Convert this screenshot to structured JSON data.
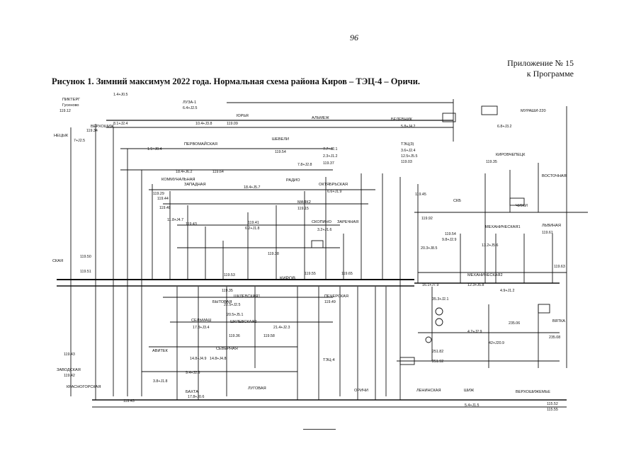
{
  "page": {
    "number": "96",
    "appendix_line1": "Приложение № 15",
    "appendix_line2": "к Программе",
    "title": "Рисунок 1. Зимний максимум 2022 года. Нормальная схема района Киров – ТЭЦ-4 – Оричи."
  },
  "scheme": {
    "substations": [
      "ПИКТЕРГ",
      "Гусеново",
      "ЛУЗА-1",
      "ЮРЬЯ",
      "АЛЬМЕЖ",
      "БЕЛЕВНИК",
      "МУРАШИ-220",
      "НЕЦЫК",
      "ВЕРХОШИЖ",
      "ПЕРВОМАЙСКАЯ",
      "ШЕВЕЛИ",
      "ТЭЦ(3)",
      "КИРОВЧЕПЕЦК",
      "ВОСТОЧНАЯ",
      "ЗАПАДНАЯ",
      "КОММУНАЛЬНАЯ",
      "РАДИО",
      "ОКТЯБРЬСКАЯ",
      "МАЯК2",
      "СКОПИНО",
      "ЗАРЕЧНАЯ",
      "ЧИЖИ",
      "КИРОВ",
      "СКБ",
      "ЛЬВИНАЯ",
      "МЕХАНИЧЕСКАЯ1",
      "МЕХАНИЧЕСКАЯ2",
      "СКАЯ",
      "ВЯТКА",
      "БЫТОВАЯ",
      "ШКЛЕВСКАЯ1",
      "ШКЛЕВСКАЯ2",
      "СЕЛЬМАШ",
      "АВИТЕК",
      "СЕВЕРНАЯ",
      "ЗАВОДСКАЯ",
      "КРАСНОГОРСКАЯ",
      "ПЕЧЕРСКАЯ",
      "БАХТА",
      "ЛУГОВАЯ",
      "ТЭЦ-4",
      "ОРИЧИ",
      "ЛЕНИНСКАЯ",
      "ШИЖ",
      "ВЕРХОШИЖЕМЬЕ"
    ],
    "labels": [
      {
        "t": "1.4+J0.5"
      },
      {
        "t": "119.12"
      },
      {
        "t": "119.34"
      },
      {
        "t": "7+J2.5"
      },
      {
        "t": "6.4+J2.5"
      },
      {
        "t": "10.4+J3.8"
      },
      {
        "t": "119.09"
      },
      {
        "t": "8.1+J2.4"
      },
      {
        "t": "1.5+J0.4"
      },
      {
        "t": "3.6+J2.4"
      },
      {
        "t": "5.8+J4.2"
      },
      {
        "t": "6.8+J3.2"
      },
      {
        "t": "119.54"
      },
      {
        "t": "7.7+J2.1"
      },
      {
        "t": "2.3+J1.2"
      },
      {
        "t": "12.5+J5.5"
      },
      {
        "t": "119.37"
      },
      {
        "t": "119.03"
      },
      {
        "t": "18.4+J5.7"
      },
      {
        "t": "7.8+J2.8"
      },
      {
        "t": "18.4+J6.2"
      },
      {
        "t": "119.64"
      },
      {
        "t": "6.6+J1.9"
      },
      {
        "t": "119.15"
      },
      {
        "t": "6.2+J1.8"
      },
      {
        "t": "3.2+J1.6"
      },
      {
        "t": "119.53"
      },
      {
        "t": "119.51"
      },
      {
        "t": "119.55"
      },
      {
        "t": "119.48"
      },
      {
        "t": "119.65"
      },
      {
        "t": "119.38"
      },
      {
        "t": "119.43"
      },
      {
        "t": "119.41"
      },
      {
        "t": "119.50"
      },
      {
        "t": "119.44"
      },
      {
        "t": "20.3+J8.5"
      },
      {
        "t": "9.8+J2.9"
      },
      {
        "t": "119.54"
      },
      {
        "t": "13.2+J5.6"
      },
      {
        "t": "16.1+J7.9"
      },
      {
        "t": "12.3+J5.8"
      },
      {
        "t": "4.9+J1.2"
      },
      {
        "t": "119.61"
      },
      {
        "t": "119.63"
      },
      {
        "t": "119.92"
      },
      {
        "t": "235.06"
      },
      {
        "t": "235.08"
      },
      {
        "t": "4.2+J2.9"
      },
      {
        "t": "42+J20.9"
      },
      {
        "t": "251.82"
      },
      {
        "t": "251.92"
      },
      {
        "t": "22.5+J2.5"
      },
      {
        "t": "20.5+J5.1"
      },
      {
        "t": "17.3+J3.4"
      },
      {
        "t": "21.4+J2.3"
      },
      {
        "t": "14.8+J4.9"
      },
      {
        "t": "9.4+J2.9"
      },
      {
        "t": "119.58"
      },
      {
        "t": "119.43"
      },
      {
        "t": "119.42"
      },
      {
        "t": "119.35"
      },
      {
        "t": "119.36"
      },
      {
        "t": "11.8+J4.7"
      },
      {
        "t": "119.29"
      },
      {
        "t": "17.8+J0.6"
      },
      {
        "t": "119.43"
      },
      {
        "t": "115.52"
      },
      {
        "t": "115.55"
      },
      {
        "t": "119.49"
      },
      {
        "t": "5.4+J1.5"
      },
      {
        "t": "35.3+J2.1"
      },
      {
        "t": "3.8+J1.8"
      },
      {
        "t": "14.8+J4.8"
      },
      {
        "t": "119.45"
      },
      {
        "t": "119.35"
      }
    ]
  }
}
